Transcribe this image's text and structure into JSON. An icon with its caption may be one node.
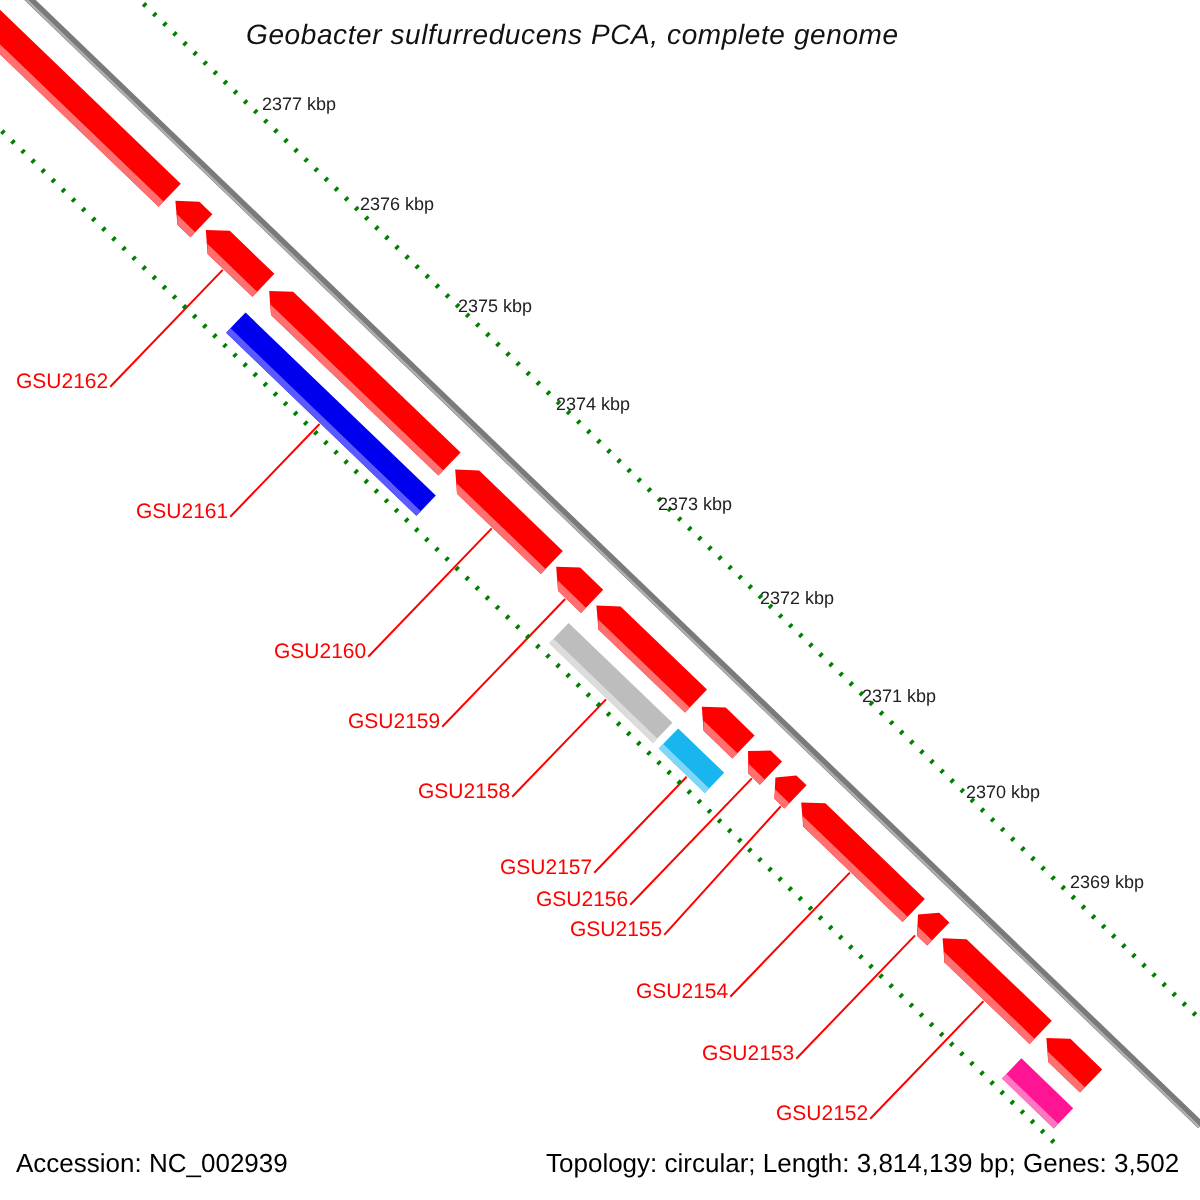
{
  "diagram": {
    "title": "Geobacter sulfurreducens PCA, complete genome",
    "nodes": [
      {
        "text": [],
        "shape": "bar"
      },
      {
        "text": [],
        "shape": "bar"
      },
      {
        "text": [],
        "shape": "bar"
      },
      {
        "text": [],
        "shape": "bar"
      },
      {
        "text": [],
        "shape": "bar"
      },
      {
        "text": [],
        "shape": "bar"
      },
      {
        "text": [],
        "shape": "bar"
      },
      {
        "text": [],
        "shape": "bar"
      },
      {
        "text": [],
        "shape": "bar"
      },
      {
        "text": [],
        "shape": "bar"
      },
      {
        "text": [],
        "shape": "bar"
      },
      {
        "text": [],
        "shape": "bar"
      },
      {
        "text": [],
        "shape": "bar"
      },
      {
        "text": [],
        "shape": "bar"
      },
      {
        "text": [],
        "shape": "bar"
      },
      {
        "text": [],
        "shape": "bar"
      },
      {
        "text": [],
        "shape": "bar"
      },
      {
        "text": [],
        "shape": "bar"
      },
      {
        "text": [
          "GSU2162"
        ]
      },
      {
        "text": [
          "GSU2161"
        ]
      },
      {
        "text": [
          "GSU2160"
        ]
      },
      {
        "text": [
          "GSU2159"
        ]
      },
      {
        "text": [
          "GSU2158"
        ]
      },
      {
        "text": [
          "GSU2157"
        ]
      },
      {
        "text": [
          "GSU2156"
        ]
      },
      {
        "text": [
          "GSU2155"
        ]
      },
      {
        "text": [
          "GSU2154"
        ]
      },
      {
        "text": [
          "GSU2153"
        ]
      },
      {
        "text": [
          "GSU2152"
        ]
      }
    ],
    "edges": [
      {
        "from": 18,
        "to": 2,
        "arrow": "none"
      },
      {
        "from": 19,
        "to": 3,
        "arrow": "none"
      },
      {
        "from": 20,
        "to": 5,
        "arrow": "none"
      },
      {
        "from": 21,
        "to": 6,
        "arrow": "none"
      },
      {
        "from": 22,
        "to": 7,
        "arrow": "none"
      },
      {
        "from": 23,
        "to": 9,
        "arrow": "none"
      },
      {
        "from": 24,
        "to": 11,
        "arrow": "none"
      },
      {
        "from": 25,
        "to": 12,
        "arrow": "none"
      },
      {
        "from": 26,
        "to": 13,
        "arrow": "none"
      },
      {
        "from": 27,
        "to": 14,
        "arrow": "none"
      },
      {
        "from": 28,
        "to": 15,
        "arrow": "none"
      }
    ],
    "labels": [
      "2377 kbp",
      "2376 kbp",
      "2375 kbp",
      "2374 kbp",
      "2373 kbp",
      "2372 kbp",
      "2371 kbp",
      "2370 kbp",
      "2369 kbp",
      "Accession: NC_002939",
      "Topology: circular; Length: 3,814,139 bp; Genes: 3,502"
    ]
  }
}
